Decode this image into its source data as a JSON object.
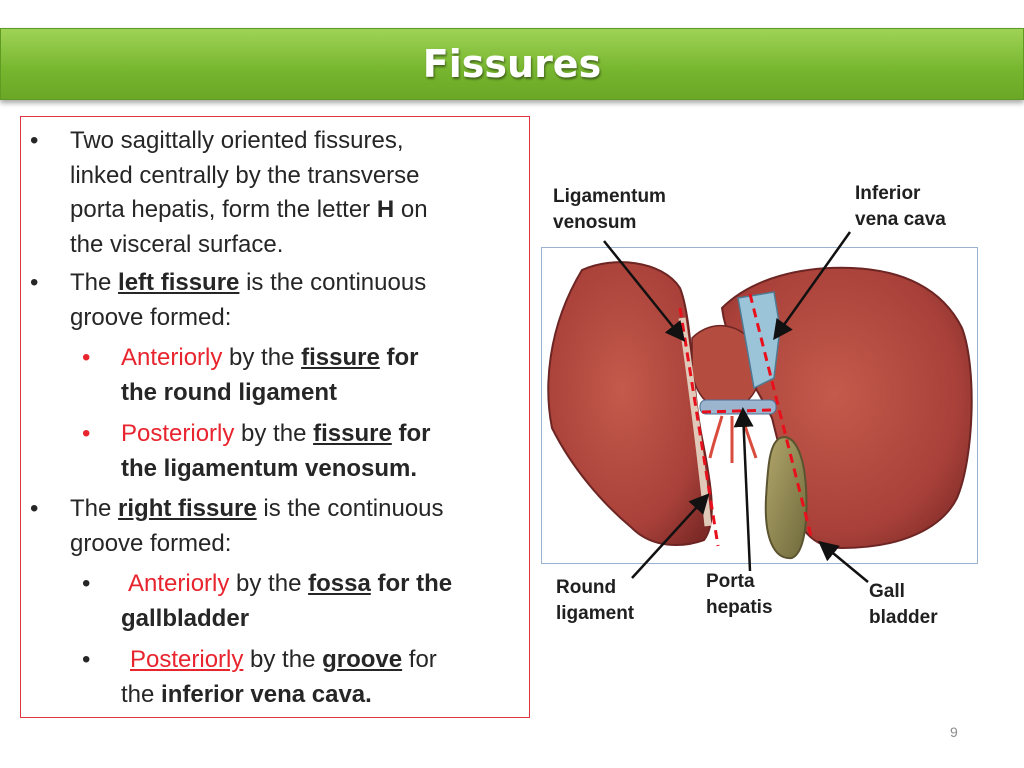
{
  "title": "Fissures",
  "bullets": {
    "b1": {
      "l1": "Two sagittally oriented fissures,",
      "l2": "linked centrally by the transverse",
      "l3a": "porta hepatis, form the letter ",
      "l3b": "H",
      "l3c": " on",
      "l4": "the visceral surface."
    },
    "b2": {
      "a": "The ",
      "b": "left fissure",
      "c": " is the continuous",
      "l2": "groove formed:"
    },
    "b3": {
      "a": "Anteriorly",
      "b": " by the ",
      "c": "fissure",
      "d": " for",
      "l2": "the round ligament"
    },
    "b4": {
      "a": "Posteriorly",
      "b": " by the ",
      "c": "fissure",
      "d": " for",
      "l2": "the ligamentum venosum."
    },
    "b5": {
      "a": "The ",
      "b": "right fissure",
      "c": " is the continuous",
      "l2": "groove formed:"
    },
    "b6": {
      "a": "Anteriorly",
      "b": " by the ",
      "c": "fossa",
      "d": " for the",
      "l2": "gallbladder"
    },
    "b7": {
      "a": "Posteriorly",
      "b": " by the ",
      "c": "groove",
      "d": " for",
      "l2a": "the ",
      "l2b": "inferior vena cava."
    }
  },
  "labels": {
    "lig_ven_1": "Ligamentum",
    "lig_ven_2": "venosum",
    "ivc_1": "Inferior",
    "ivc_2": "vena cava",
    "round_1": "Round",
    "round_2": "ligament",
    "porta_1": "Porta",
    "porta_2": "hepatis",
    "gall_1": "Gall",
    "gall_2": "bladder"
  },
  "page_number": "9",
  "colors": {
    "title_bar": "#7ab833",
    "accent_red": "#e8242e",
    "liver": "#b0443a",
    "fissure_line": "#e8101c"
  }
}
